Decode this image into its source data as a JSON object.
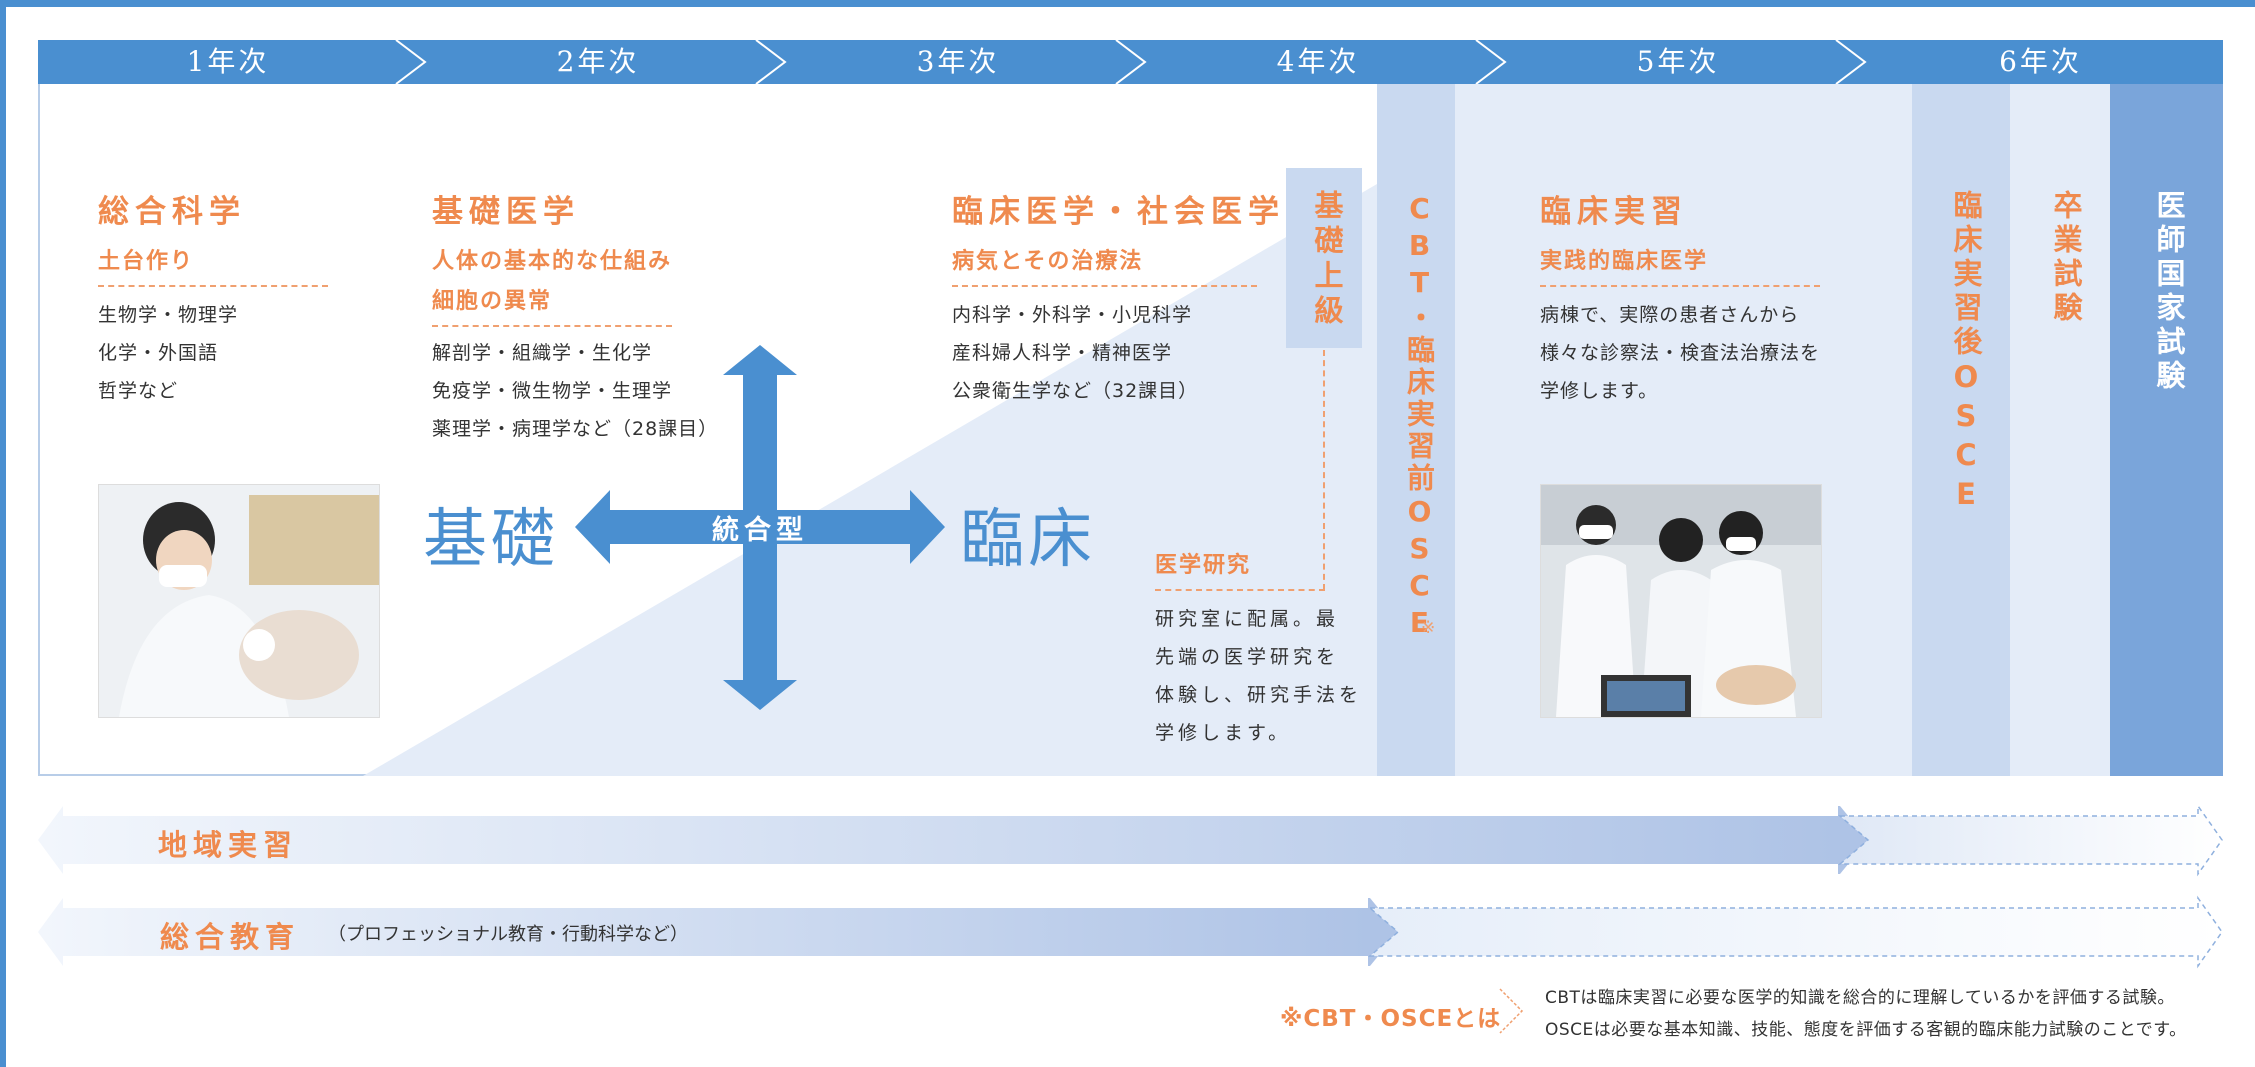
{
  "years": [
    "1年次",
    "2年次",
    "3年次",
    "4年次",
    "5年次",
    "6年次"
  ],
  "sections": {
    "general_science": {
      "title": "総合科学",
      "subtitle": "土台作り",
      "lines": [
        "生物学・物理学",
        "化学・外国語",
        "哲学など"
      ]
    },
    "basic_medicine": {
      "title": "基礎医学",
      "subtitles": [
        "人体の基本的な仕組み",
        "細胞の異常"
      ],
      "lines": [
        "解剖学・組織学・生化学",
        "免疫学・微生物学・生理学",
        "薬理学・病理学など（28課目）"
      ]
    },
    "clinical_social": {
      "title": "臨床医学・社会医学",
      "subtitle": "病気とその治療法",
      "lines": [
        "内科学・外科学・小児科学",
        "産科婦人科学・精神医学",
        "公衆衛生学など（32課目）"
      ]
    },
    "advanced_basic": {
      "label": "基礎上級"
    },
    "medical_research": {
      "title": "医学研究",
      "lines": [
        "研究室に配属。最",
        "先端の医学研究を",
        "体験し、研究手法を",
        "学修します。"
      ]
    },
    "cbt_osce": {
      "label": "CBT・臨床実習前OSCE",
      "mark": "※"
    },
    "clinical_practice": {
      "title": "臨床実習",
      "subtitle": "実践的臨床医学",
      "lines": [
        "病棟で、実際の患者さんから",
        "様々な診察法・検査法治療法を",
        "学修します。"
      ]
    },
    "post_osce": {
      "label": "臨床実習後OSCE"
    },
    "graduation_exam": {
      "label": "卒業試験"
    },
    "national_exam": {
      "label": "医師国家試験"
    }
  },
  "axis": {
    "basic": "基礎",
    "clinical": "臨床",
    "integrated": "統合型"
  },
  "bands": {
    "community": {
      "label": "地域実習"
    },
    "general_education": {
      "label": "総合教育",
      "note": "（プロフェッショナル教育・行動科学など）"
    }
  },
  "footnote": {
    "label": "※CBT・OSCEとは",
    "lines": [
      "CBTは臨床実習に必要な医学的知識を総合的に理解しているかを評価する試験。",
      "OSCEは必要な基本知識、技能、態度を評価する客観的臨床能力試験のことです。"
    ]
  },
  "colors": {
    "primary_blue": "#4a8fd0",
    "orange": "#ef8a4e",
    "light_blue": "#c9d9f0",
    "pale_blue": "#e4ecf8",
    "deep_blue": "#7aa5da"
  }
}
